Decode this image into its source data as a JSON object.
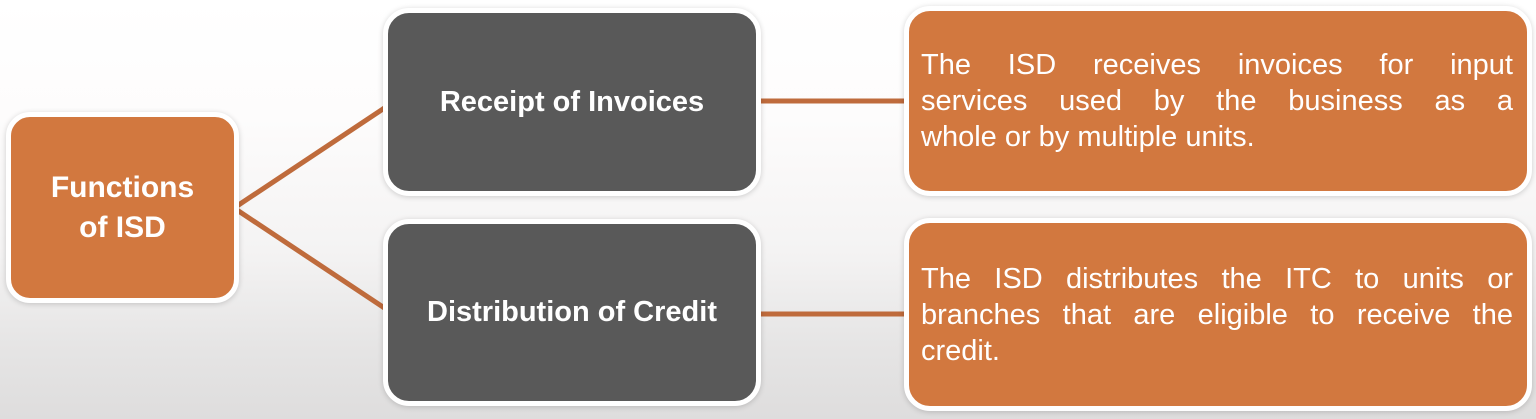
{
  "diagram": {
    "root": {
      "label_lines": [
        "Functions",
        "of ISD"
      ]
    },
    "branches": [
      {
        "label": "Receipt of Invoices",
        "description_lines": [
          "The ISD receives invoices for input",
          "services used by the business as a",
          "whole or by multiple units."
        ]
      },
      {
        "label": "Distribution of Credit",
        "description_lines": [
          "The ISD distributes the ITC to units or",
          "branches that are eligible to receive the",
          "credit."
        ]
      }
    ],
    "colors": {
      "orange_box": "#D2783F",
      "gray_box": "#595959",
      "connector_line": "#BF6B3C",
      "box_outline": "#FFFFFF",
      "text": "#FFFFFF",
      "background_top": "#FFFFFF",
      "background_bottom": "#DEDDDD"
    }
  }
}
